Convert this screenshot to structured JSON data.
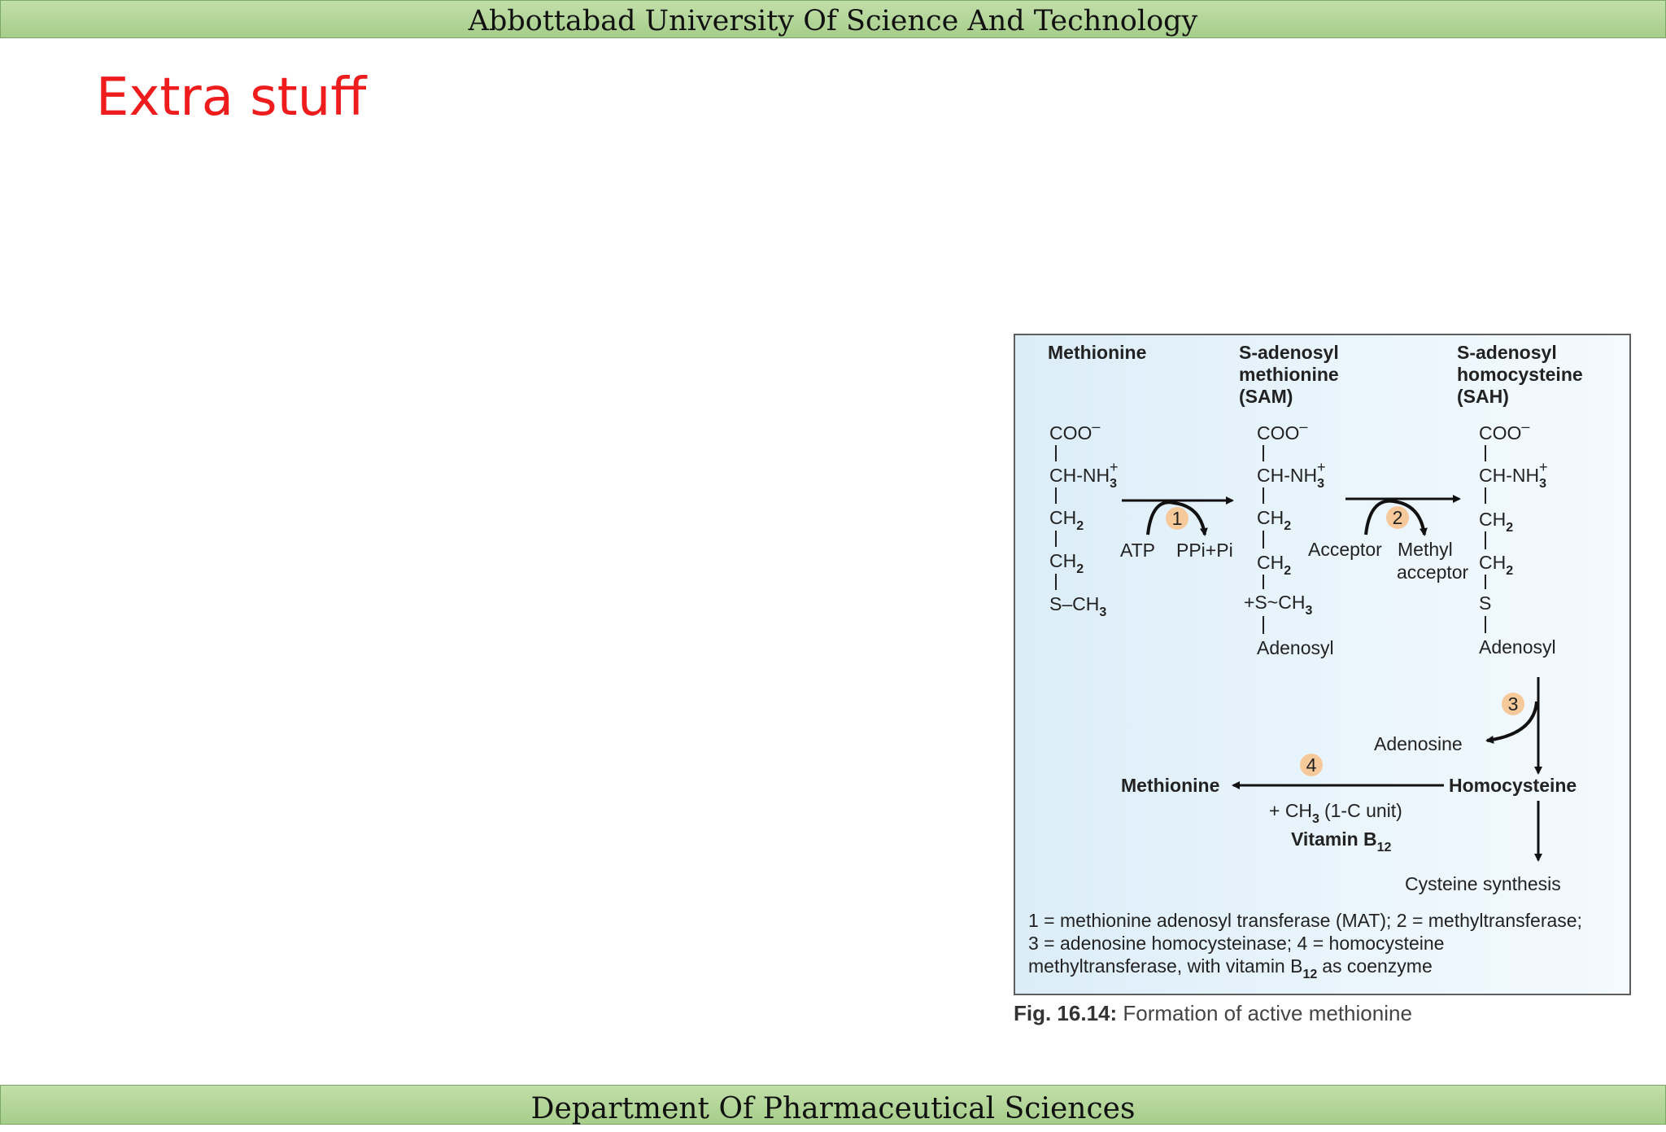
{
  "header": {
    "text": "Abbottabad University Of Science And Technology"
  },
  "slide": {
    "title": "Extra stuff"
  },
  "footer": {
    "text": "Department Of Pharmaceutical Sciences"
  },
  "figure": {
    "compounds": {
      "methionine": {
        "label": "Methionine"
      },
      "sam": {
        "line1": "S-adenosyl",
        "line2": "methionine",
        "line3": "(SAM)"
      },
      "sah": {
        "line1": "S-adenosyl",
        "line2": "homocysteine",
        "line3": "(SAH)"
      }
    },
    "groups": {
      "coo": "COO",
      "minus": "–",
      "ch_nh": "CH-NH",
      "ch": "CH",
      "sub2": "2",
      "sub3": "3",
      "plus": "+",
      "s_ch": "S–CH",
      "plus_s_ch": "+S~CH",
      "s": "S",
      "adenosyl": "Adenosyl"
    },
    "reactions": {
      "step1": "1",
      "atp": "ATP",
      "ppi": "PPi+Pi",
      "step2": "2",
      "acceptor": "Acceptor",
      "methyl": "Methyl",
      "methyl_acceptor": "acceptor",
      "step3": "3",
      "adenosine": "Adenosine",
      "step4": "4",
      "methionine": "Methionine",
      "homocysteine": "Homocysteine",
      "ch3_prefix": "+ CH",
      "ch3_suffix": "(1-C unit)",
      "vitamin": "Vitamin B",
      "vitamin_sub": "12",
      "cysteine": "Cysteine synthesis"
    },
    "legend": {
      "line1": "1 = methionine adenosyl transferase (MAT); 2 = methyltransferase;",
      "line2": "3 = adenosine homocysteinase; 4 = homocysteine",
      "line3_prefix": "methyltransferase, with vitamin B",
      "line3_sub": "12",
      "line3_suffix": "as coenzyme"
    },
    "badge_color": "#f6c99a",
    "caption": {
      "label": "Fig. 16.14:",
      "text": "Formation of active methionine"
    }
  }
}
